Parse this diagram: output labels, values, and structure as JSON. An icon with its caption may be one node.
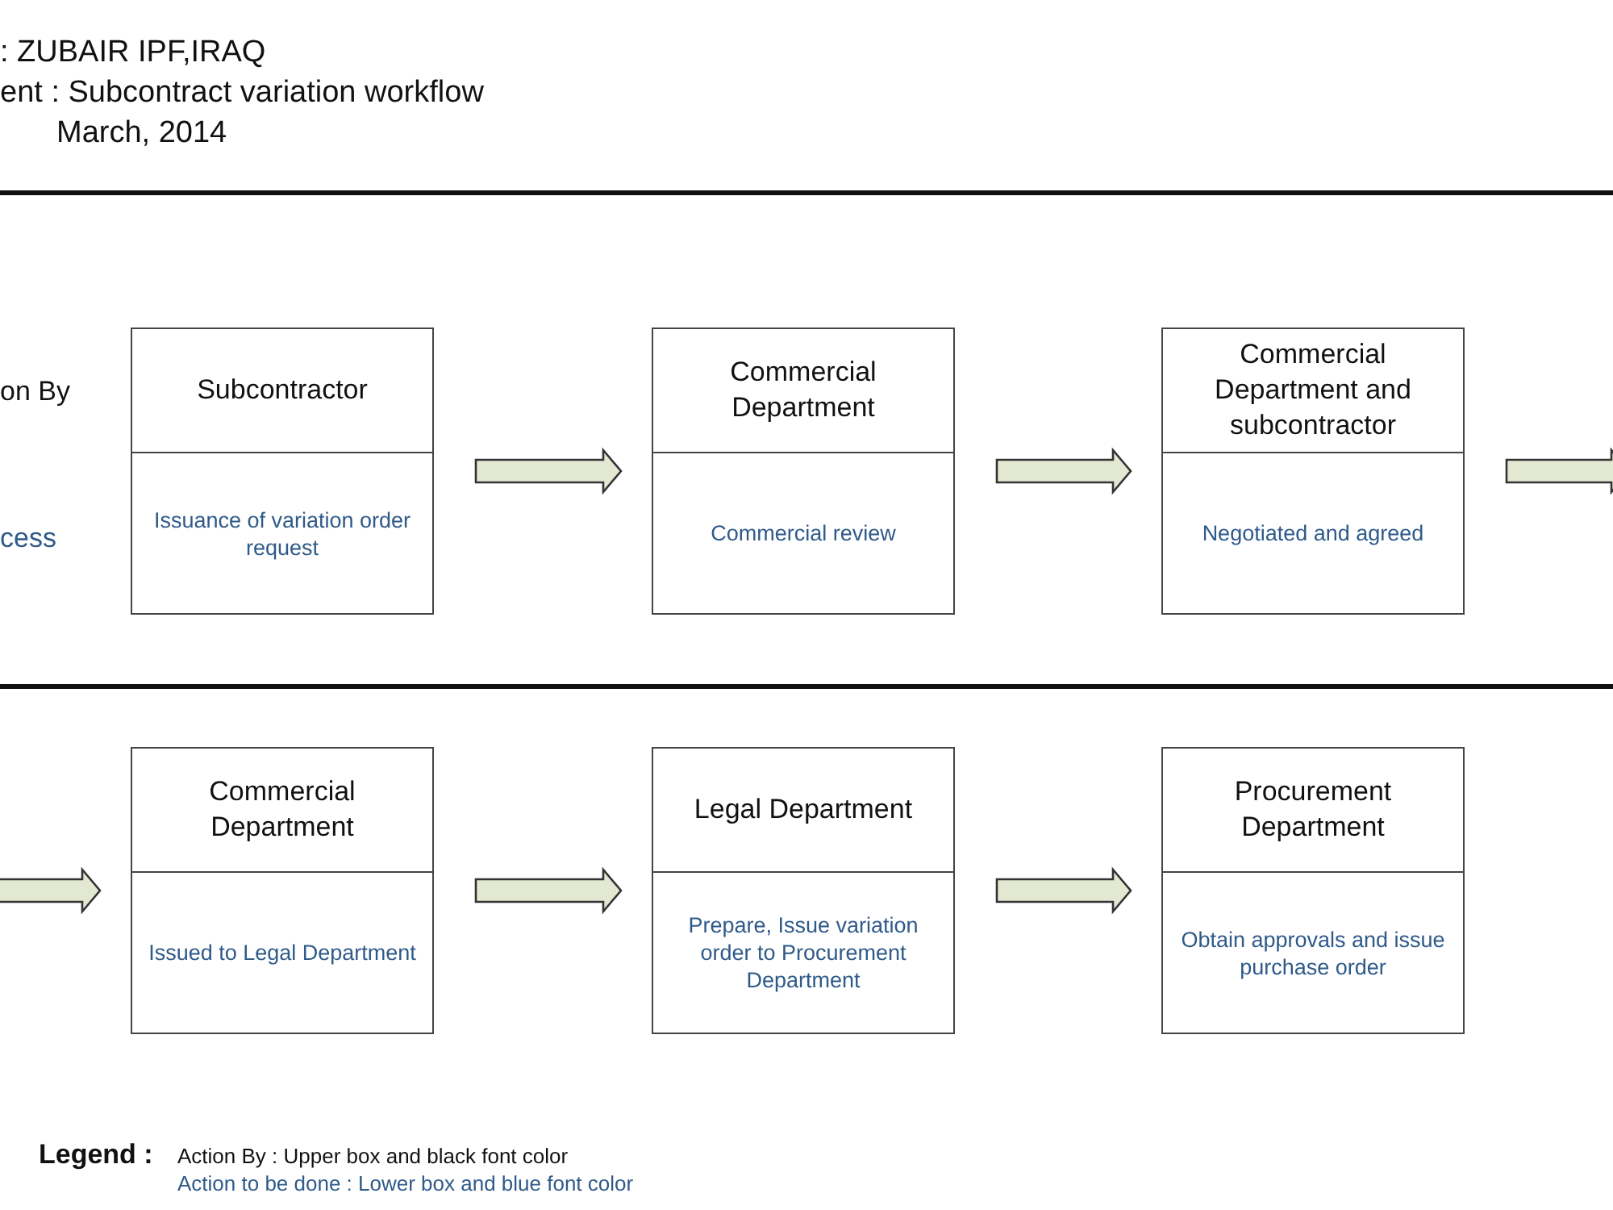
{
  "diagram": {
    "nodes": [
      {
        "text": [
          "Subcontractor",
          "Issuance of variation order request"
        ]
      },
      {
        "text": [
          "Commercial Department",
          "Commercial review"
        ]
      },
      {
        "text": [
          "Commercial Department and subcontractor",
          "Negotiated and agreed"
        ]
      },
      {
        "text": [
          "Commercial Department",
          "Issued to Legal Department"
        ]
      },
      {
        "text": [
          "Legal Department",
          "Prepare, Issue variation order to Procurement Department"
        ]
      },
      {
        "text": [
          "Procurement Department",
          "Obtain approvals and issue purchase order"
        ]
      }
    ],
    "edges": [
      {
        "from": 0,
        "to": 1,
        "arrow": "to"
      },
      {
        "from": 1,
        "to": 2,
        "arrow": "to"
      },
      {
        "from": 2,
        "to": null,
        "arrow": "to"
      },
      {
        "from": null,
        "to": 3,
        "arrow": "to"
      },
      {
        "from": 3,
        "to": 4,
        "arrow": "to"
      },
      {
        "from": 4,
        "to": 5,
        "arrow": "to"
      }
    ],
    "labels": [
      ": ZUBAIR IPF,IRAQ",
      "ent : Subcontract variation workflow",
      "March, 2014",
      "on By",
      "cess",
      "Legend :",
      "Action By : Upper box and black font color",
      "Action to be done : Lower box and blue font color"
    ]
  }
}
